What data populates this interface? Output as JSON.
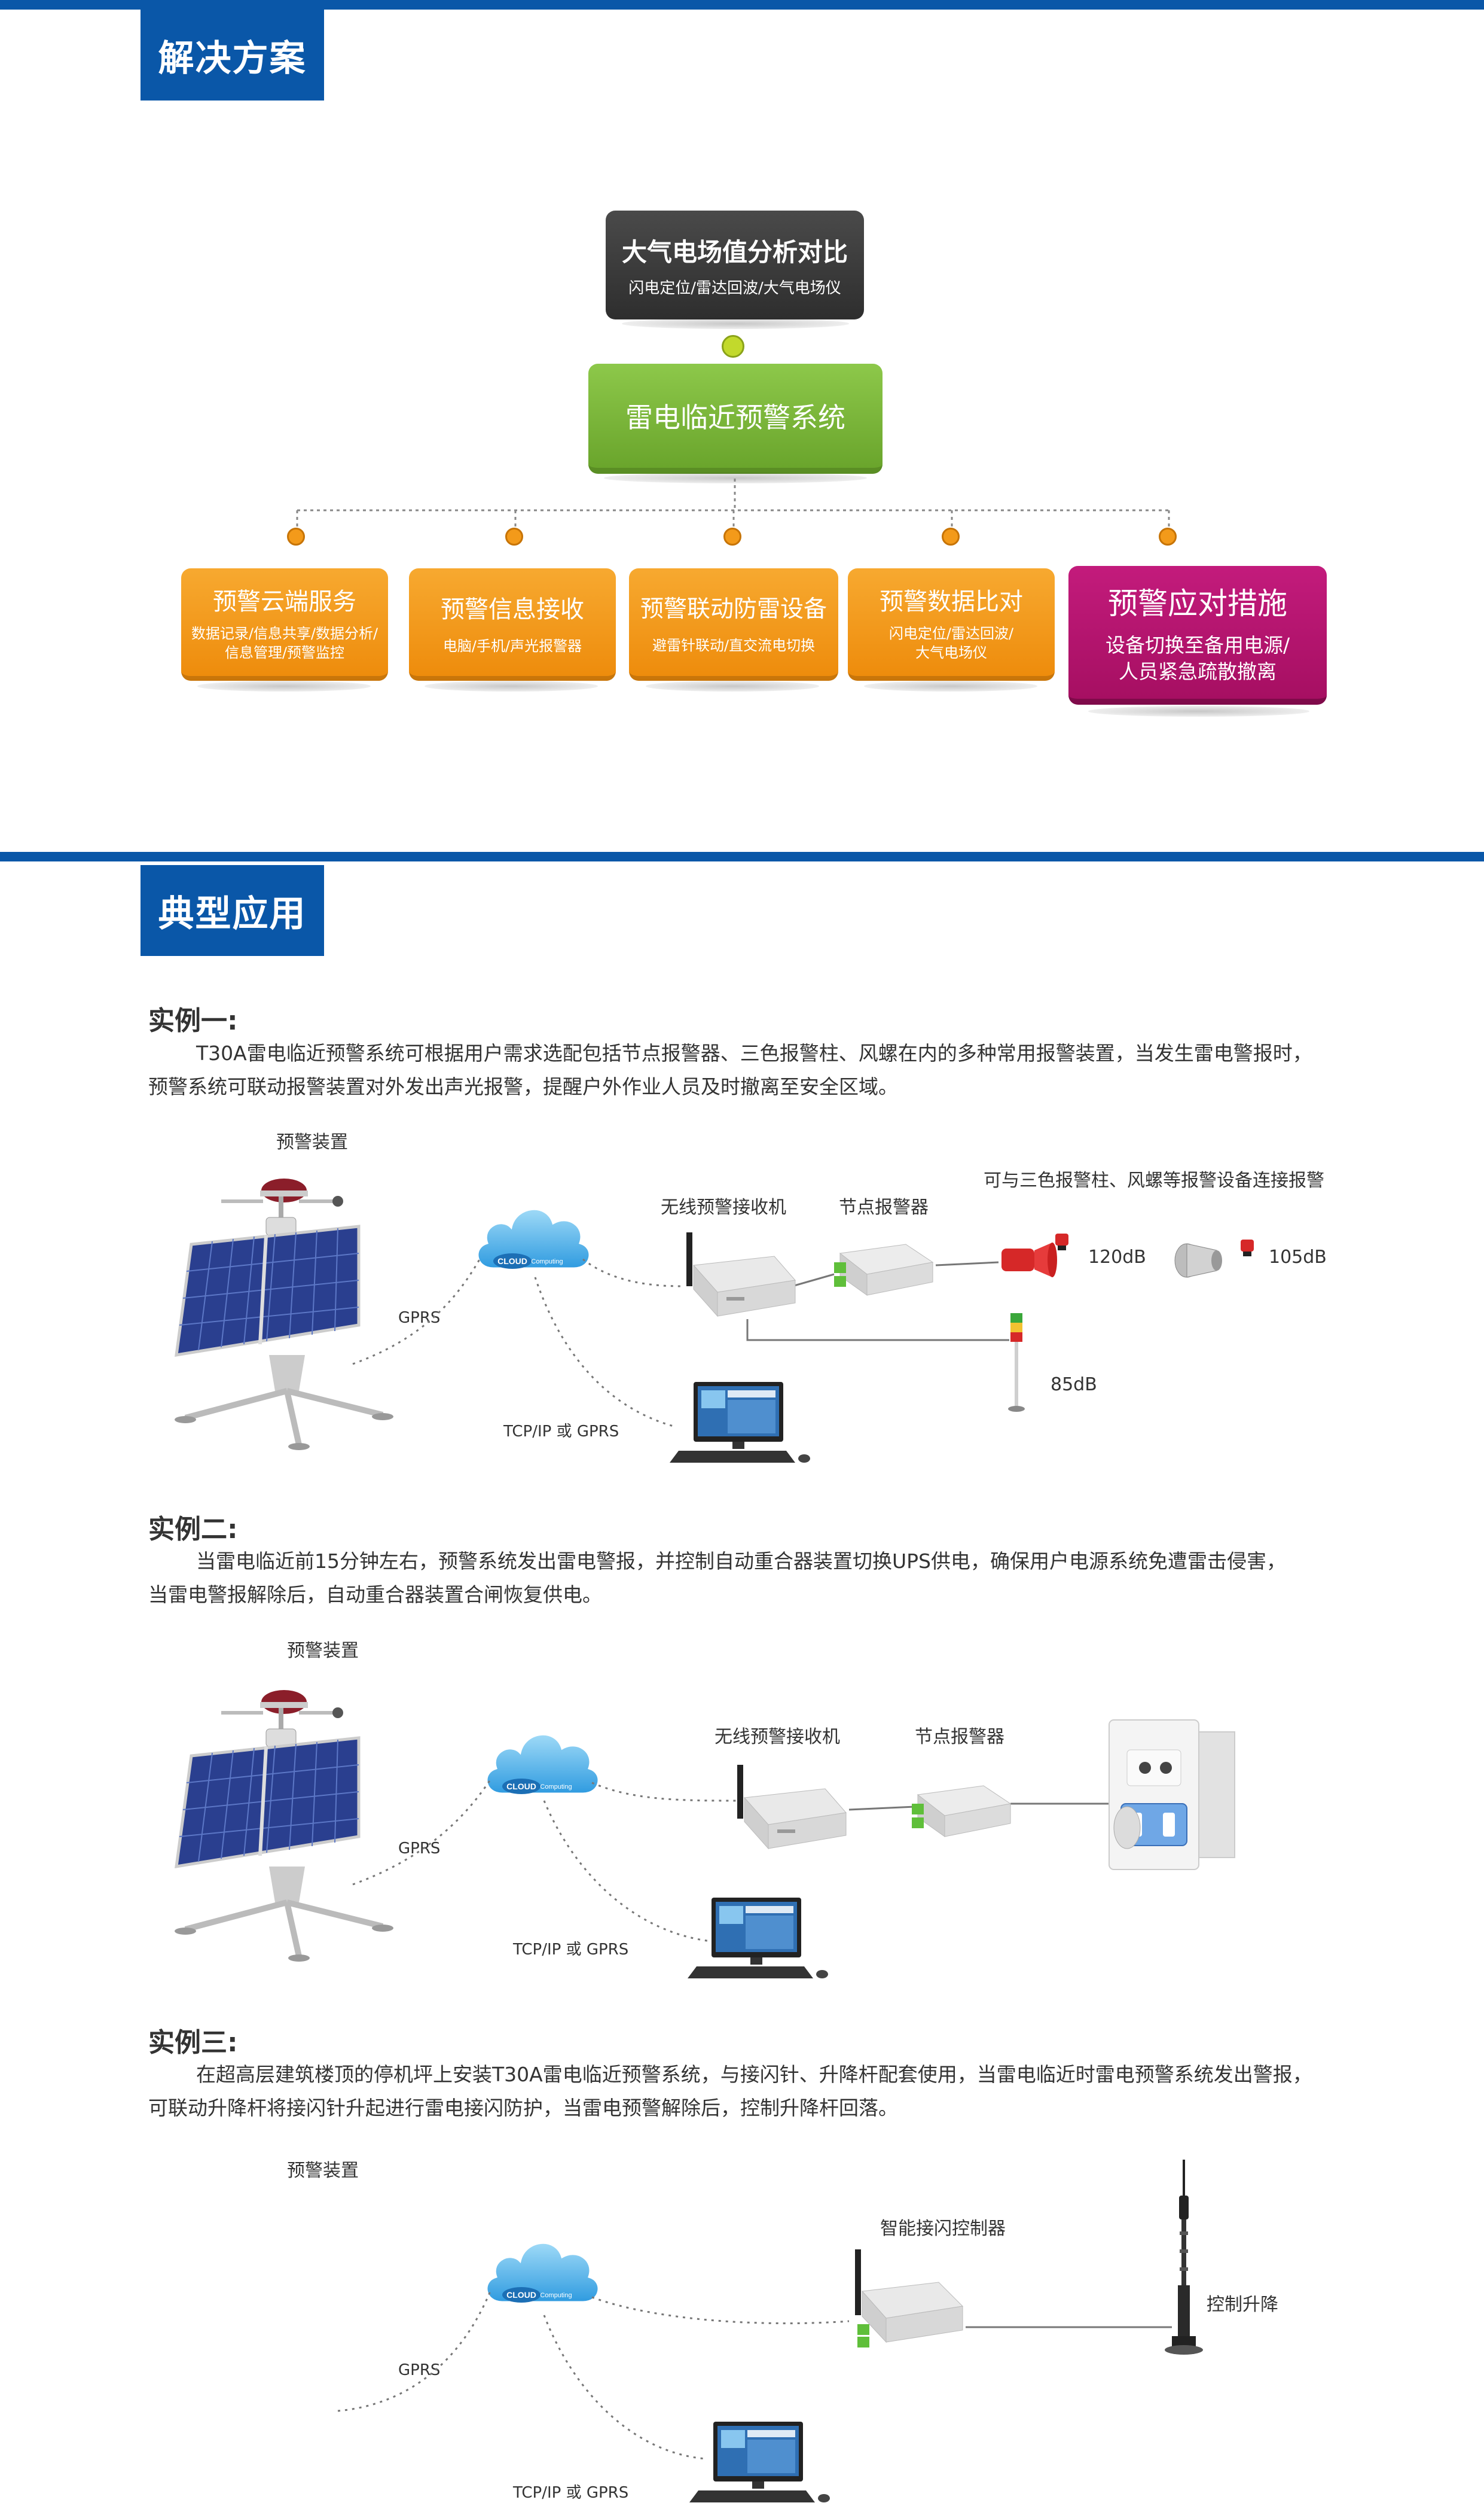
{
  "colors": {
    "brand_blue": "#0a57a8",
    "dark_box": "#3b3b3b",
    "green_box": "#7cba3a",
    "orange_box": "#f39a1a",
    "magenta_box": "#b6136e",
    "connector_dot": "#c2d92c"
  },
  "section1": {
    "title": "解决方案",
    "top_box": {
      "title": "大气电场值分析对比",
      "subtitle": "闪电定位/雷达回波/大气电场仪"
    },
    "center_box": {
      "title": "雷电临近预警系统"
    },
    "children": [
      {
        "title": "预警云端服务",
        "lines": [
          "数据记录/信息共享/数据分析/",
          "信息管理/预警监控"
        ]
      },
      {
        "title": "预警信息接收",
        "lines": [
          "电脑/手机/声光报警器"
        ]
      },
      {
        "title": "预警联动防雷设备",
        "lines": [
          "避雷针联动/直交流电切换"
        ]
      },
      {
        "title": "预警数据比对",
        "lines": [
          "闪电定位/雷达回波/",
          "大气电场仪"
        ]
      },
      {
        "title": "预警应对措施",
        "lines": [
          "设备切换至备用电源/",
          "人员紧急疏散撤离"
        ]
      }
    ]
  },
  "section2": {
    "title": "典型应用",
    "example1": {
      "heading": "实例一:",
      "para1": "T30A雷电临近预警系统可根据用户需求选配包括节点报警器、三色报警柱、风螺在内的多种常用报警装置，当发生雷电警报时，",
      "para2": "预警系统可联动报警装置对外发出声光报警，提醒户外作业人员及时撤离至安全区域。",
      "device_label": "预警装置",
      "gprs": "GPRS",
      "receiver": "无线预警接收机",
      "node_alarm": "节点报警器",
      "note": "可与三色报警柱、风螺等报警设备连接报警",
      "db1": "120dB",
      "db2": "105dB",
      "db3": "85dB",
      "tcp": "TCP/IP 或 GPRS"
    },
    "example2": {
      "heading": "实例二:",
      "para1": "当雷电临近前15分钟左右，预警系统发出雷电警报，并控制自动重合器装置切换UPS供电，确保用户电源系统免遭雷击侵害，",
      "para2": "当雷电警报解除后，自动重合器装置合闸恢复供电。",
      "device_label": "预警装置",
      "gprs": "GPRS",
      "receiver": "无线预警接收机",
      "node_alarm": "节点报警器",
      "tcp": "TCP/IP 或 GPRS"
    },
    "example3": {
      "heading": "实例三:",
      "para1": "在超高层建筑楼顶的停机坪上安装T30A雷电临近预警系统，与接闪针、升降杆配套使用，当雷电临近时雷电预警系统发出警报，",
      "para2": "可联动升降杆将接闪针升起进行雷电接闪防护，当雷电预警解除后，控制升降杆回落。",
      "device_label": "预警装置",
      "gprs": "GPRS",
      "controller": "智能接闪控制器",
      "lift": "控制升降",
      "tcp": "TCP/IP 或 GPRS"
    },
    "cloud_text": "CLOUD",
    "cloud_sub": "Computing"
  }
}
